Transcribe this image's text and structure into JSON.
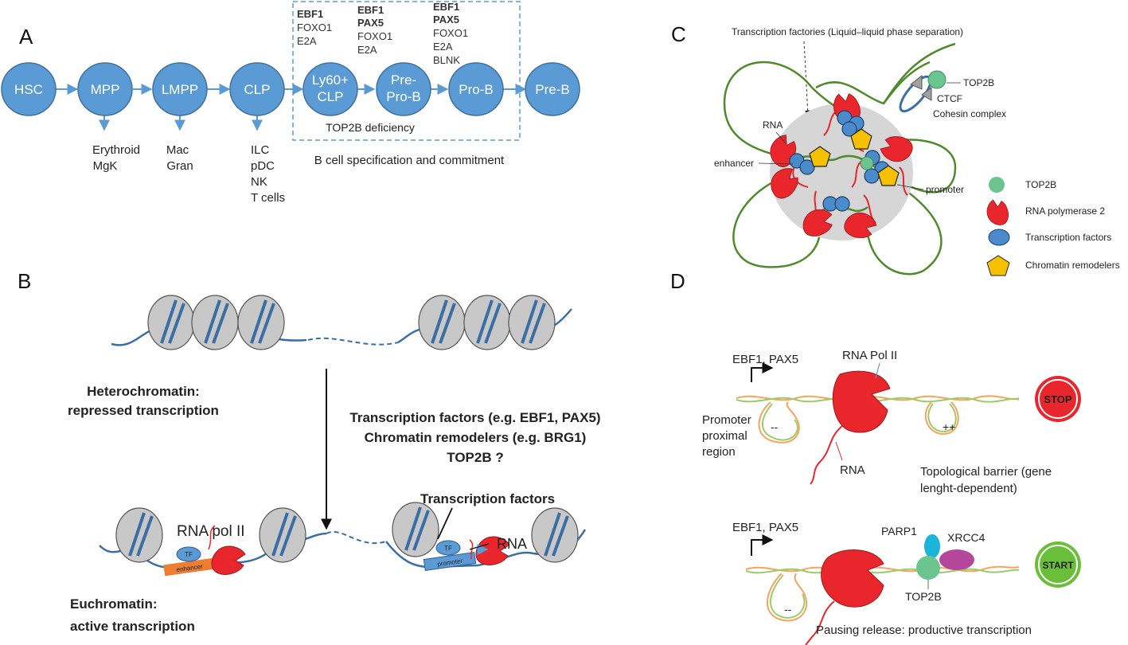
{
  "panels": {
    "a": "A",
    "b": "B",
    "c": "C",
    "d": "D"
  },
  "panel_a": {
    "nodes": [
      "HSC",
      "MPP",
      "LMPP",
      "CLP",
      "Ly60+",
      "CLP",
      "Pre-",
      "Pro-B",
      "Pro-B",
      "Pre-B"
    ],
    "factors": {
      "ly60": {
        "bold": [
          "EBF1"
        ],
        "normal": [
          "FOXO1",
          "E2A"
        ]
      },
      "prepro": {
        "bold": [
          "EBF1",
          "PAX5"
        ],
        "normal": [
          "FOXO1",
          "E2A"
        ]
      },
      "prob": {
        "bold": [
          "EBF1",
          "PAX5"
        ],
        "normal": [
          "FOXO1",
          "E2A",
          "BLNK"
        ]
      }
    },
    "branches": {
      "mpp": [
        "Erythroid",
        "MgK"
      ],
      "lmpp": [
        "Mac",
        "Gran"
      ],
      "clp": [
        "ILC",
        "pDC",
        "NK",
        "T cells"
      ]
    },
    "box_label": "TOP2B deficiency",
    "box_caption": "B cell specification and commitment"
  },
  "panel_b": {
    "hetero_line1": "Heterochromatin:",
    "hetero_line2": "repressed transcription",
    "factors_line1": "Transcription factors (e.g. EBF1, PAX5)",
    "factors_line2": "Chromatin remodelers (e.g. BRG1)",
    "factors_line3": "TOP2B ?",
    "rna_pol": "RNA pol II",
    "tf_label": "Transcription factors",
    "rna": "RNA",
    "tf": "TF",
    "enhancer": "enhancer",
    "promoter": "promoter",
    "eu_line1": "Euchromatin:",
    "eu_line2": "active transcription"
  },
  "panel_c": {
    "title": "Transcription factories (Liquid–liquid phase separation)",
    "rna": "RNA",
    "enhancer": "enhancer",
    "promoter": "promoter",
    "top2b": "TOP2B",
    "ctcf": "CTCF",
    "cohesin": "Cohesin complex",
    "legend": [
      "TOP2B",
      "RNA polymerase 2",
      "Transcription factors",
      "Chromatin remodelers"
    ],
    "colors": {
      "top2b": "#6cc48f",
      "polymerase": "#e8262b",
      "tf": "#4a8bcb",
      "remodeler": "#f6c000",
      "nucleus": "#d6d6d6",
      "chromatin": "#4f8a2b"
    }
  },
  "panel_d": {
    "top_factor": "EBF1, PAX5",
    "rna_pol": "RNA Pol II",
    "promoter_line1": "Promoter",
    "promoter_line2": "proximal",
    "promoter_line3": "region",
    "minus": "--",
    "plus": "++",
    "rna": "RNA",
    "barrier_line1": "Topological barrier (gene",
    "barrier_line2": "lenght-dependent)",
    "stop": "STOP",
    "bottom_factor": "EBF1, PAX5",
    "parp1": "PARP1",
    "xrcc4": "XRCC4",
    "top2b": "TOP2B",
    "minus2": "--",
    "release": "Pausing release: productive transcription",
    "start": "START"
  }
}
